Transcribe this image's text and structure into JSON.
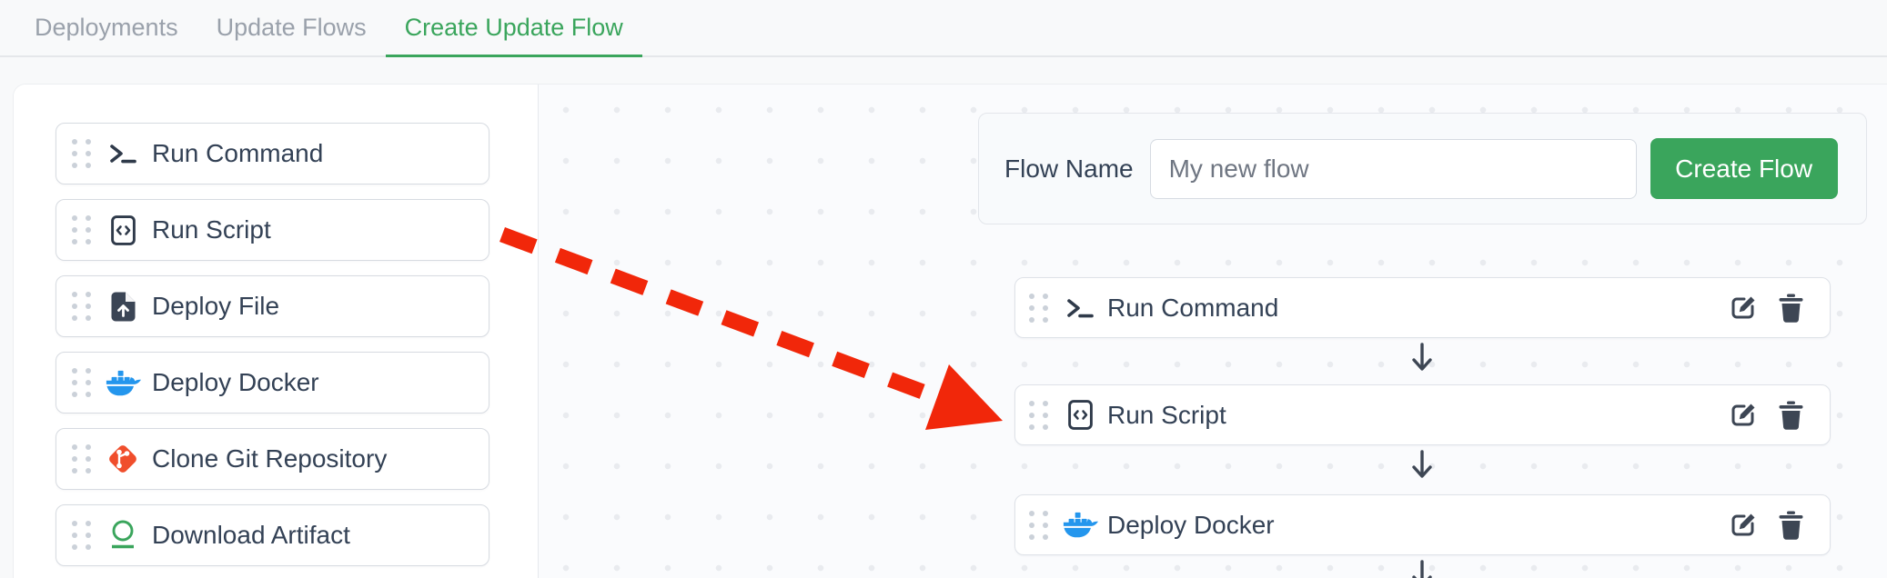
{
  "header": {
    "tabs": [
      {
        "label": "Deployments",
        "active": false
      },
      {
        "label": "Update Flows",
        "active": false
      },
      {
        "label": "Create Update Flow",
        "active": true
      }
    ]
  },
  "palette": {
    "items": [
      {
        "label": "Run Command",
        "icon": "terminal-icon"
      },
      {
        "label": "Run Script",
        "icon": "file-code-icon"
      },
      {
        "label": "Deploy File",
        "icon": "file-upload-icon"
      },
      {
        "label": "Deploy Docker",
        "icon": "docker-icon"
      },
      {
        "label": "Clone Git Repository",
        "icon": "git-icon"
      },
      {
        "label": "Download Artifact",
        "icon": "artifact-icon"
      }
    ]
  },
  "canvas": {
    "flow_form": {
      "label": "Flow Name",
      "input_value": "My new flow",
      "button_label": "Create Flow"
    },
    "steps": [
      {
        "label": "Run Command",
        "icon": "terminal-icon"
      },
      {
        "label": "Run Script",
        "icon": "file-code-icon"
      },
      {
        "label": "Deploy Docker",
        "icon": "docker-icon"
      }
    ]
  },
  "colors": {
    "accent_green": "#3aa55c",
    "annotation_red": "#f1270a",
    "docker_blue": "#2496ed",
    "git_orange": "#f04e2c",
    "label_dark": "#334155",
    "inactive_tab_gray": "#9aa1ab"
  }
}
